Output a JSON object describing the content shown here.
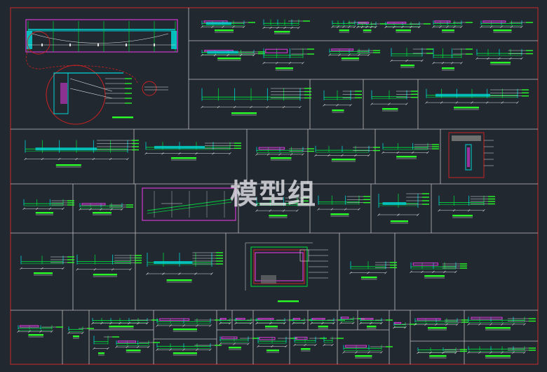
{
  "watermark": "模型组",
  "colors": {
    "background": "#212830",
    "frame": "#c8c8c8",
    "outer_border": "#cc2a2a",
    "geometry": "#00d23c",
    "section": "#00d5d5",
    "highlight": "#d238d2",
    "dimension": "#e0e0e0",
    "callout": "#cc2222",
    "annotation_tag": "#2aff2a"
  },
  "sheet": {
    "type": "cad-detail-sheet",
    "detail_panel_count": 52,
    "zoom_callouts": 2
  }
}
